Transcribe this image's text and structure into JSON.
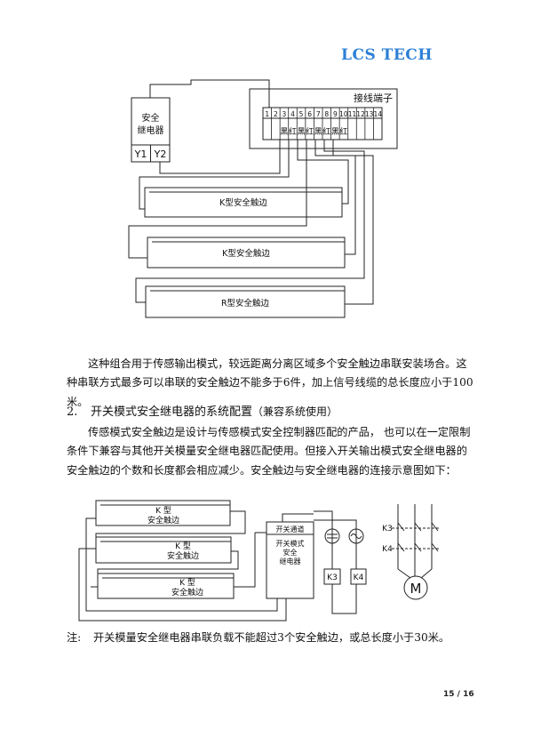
{
  "brand": {
    "logo_text": "LCS TECH"
  },
  "diagram1": {
    "relay_label_line1": "安全",
    "relay_label_line2": "继电器",
    "relay_y1": "Y1",
    "relay_y2": "Y2",
    "terminal_title": "接线端子",
    "terminal_numbers": [
      "1",
      "2",
      "3",
      "4",
      "5",
      "6",
      "7",
      "8",
      "9",
      "10",
      "11",
      "12",
      "13",
      "14"
    ],
    "wire_colors": [
      "黑",
      "红",
      "黑",
      "红",
      "黑",
      "红",
      "黑",
      "红"
    ],
    "edges": [
      "K型安全触边",
      "K型安全触边",
      "R型安全触边"
    ]
  },
  "para1": "这种组合用于传感输出模式，较远距离分离区域多个安全触边串联安装场合。这种串联方式最多可以串联的安全触边不能多于6件，加上信号线缆的总长度应小于100米。",
  "section2": {
    "number": "2.",
    "title": "开关模式安全继电器的系统配置",
    "subtitle": "（兼容系统使用）"
  },
  "para2": "传感模式安全触边是设计与传感模式安全控制器匹配的产品， 也可以在一定限制条件下兼容与其他开关模量安全继电器匹配使用。但接入开关输出模式安全继电器的安全触边的个数和长度都会相应减少。安全触边与安全继电器的连接示意图如下：",
  "diagram2": {
    "edges": [
      {
        "line1": "K  型",
        "line2": "安全触边"
      },
      {
        "line1": "K  型",
        "line2": "安全触边"
      },
      {
        "line1": "K  型",
        "line2": "安全触边"
      }
    ],
    "channel_label": "开关通道",
    "relay_line1": "开关模式",
    "relay_line2": "安全",
    "relay_line3": "继电器",
    "k3_box": "K3",
    "k4_box": "K4",
    "k3_label": "K3",
    "k4_label": "K4",
    "motor_label": "M"
  },
  "note": {
    "label": "注:",
    "text": "开关模量安全继电器串联负载不能超过3个安全触边，或总长度小于30米。"
  },
  "page_number": "15 / 16"
}
